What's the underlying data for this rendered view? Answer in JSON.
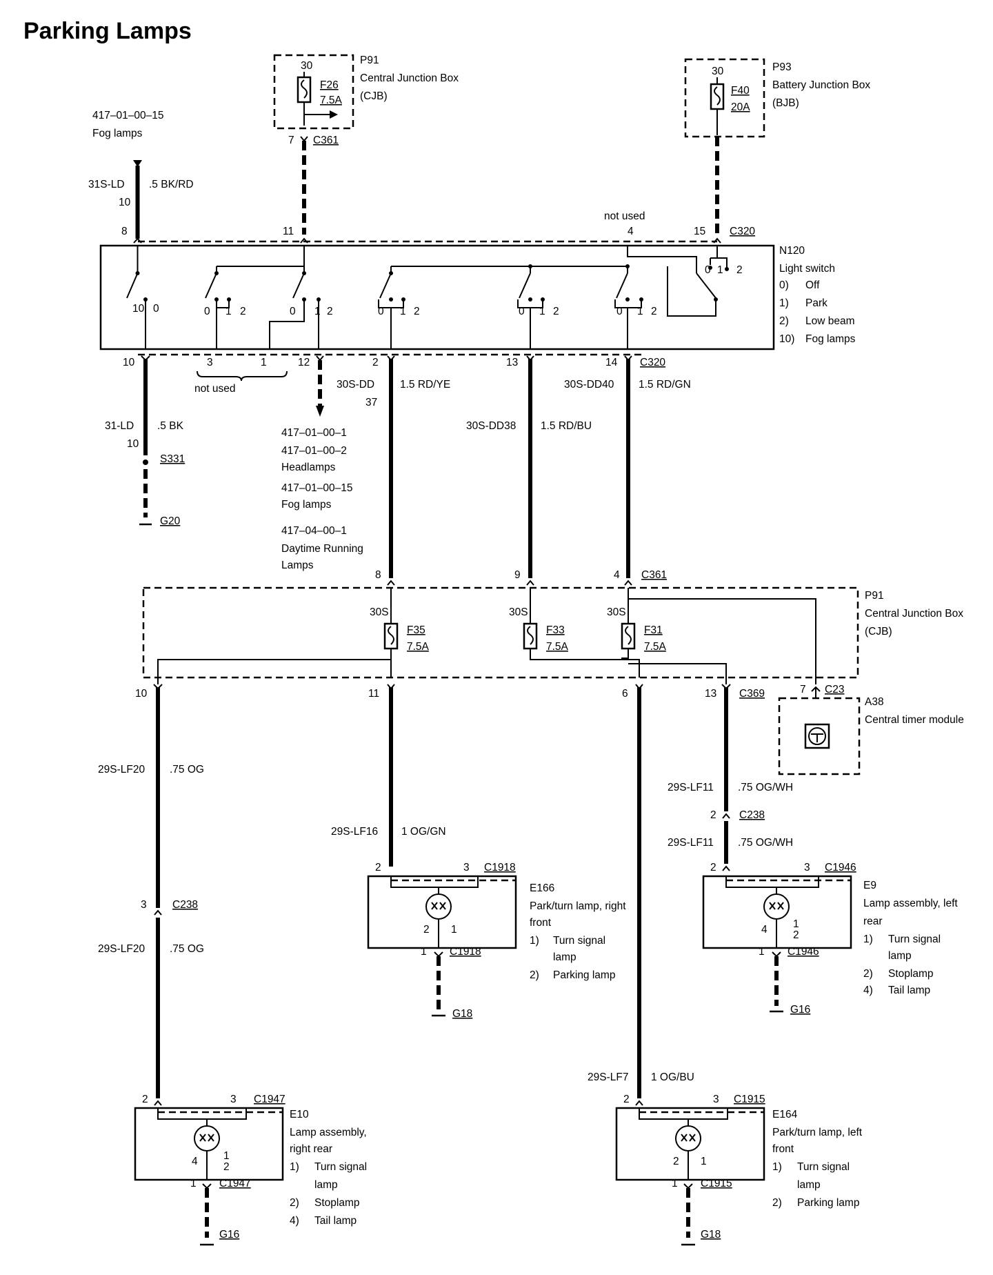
{
  "title": "Parking Lamps",
  "jb_p91_top": {
    "id": "P91",
    "name": "Central Junction Box",
    "abbr": "(CJB)",
    "pin": "30",
    "fuse": "F26",
    "rating": "7.5A",
    "conn_pin": "7",
    "conn": "C361"
  },
  "jb_p93": {
    "id": "P93",
    "name": "Battery Junction Box",
    "abbr": "(BJB)",
    "pin": "30",
    "fuse": "F40",
    "rating": "20A"
  },
  "fog_ref": {
    "code": "417–01–00–15",
    "name": "Fog lamps"
  },
  "wire_31sld": {
    "circuit": "31S-LD",
    "num": "10",
    "spec": ".5 BK/RD"
  },
  "switch_top": {
    "p8": "8",
    "p11": "11",
    "not_used": "not used",
    "p4": "4",
    "p15": "15",
    "conn": "C320"
  },
  "light_switch": {
    "id": "N120",
    "name": "Light switch",
    "items": [
      "0)",
      "Off",
      "1)",
      "Park",
      "2)",
      "Low beam",
      "10)",
      "Fog lamps"
    ]
  },
  "switch_contacts": {
    "c10": "10",
    "c0": "0",
    "c1": "1",
    "c2": "2"
  },
  "switch_bottom": {
    "p10": "10",
    "p3": "3",
    "p1": "1",
    "p12": "12",
    "p2": "2",
    "p13": "13",
    "p14": "14",
    "conn": "C320",
    "not_used": "not used"
  },
  "wire_31ld": {
    "circuit": "31-LD",
    "num": "10",
    "spec": ".5 BK",
    "splice": "S331",
    "ground": "G20"
  },
  "headlamp_refs": [
    "417–01–00–1",
    "417–01–00–2",
    "Headlamps",
    "417–01–00–15",
    "Fog lamps",
    "417–04–00–1",
    "Daytime Running",
    "Lamps"
  ],
  "wire_dd": {
    "circuit": "30S-DD",
    "num": "37",
    "spec": "1.5 RD/YE"
  },
  "wire_dd38": {
    "circuit": "30S-DD38",
    "spec": "1.5 RD/BU"
  },
  "wire_dd40": {
    "circuit": "30S-DD40",
    "spec": "1.5 RD/GN"
  },
  "cjb_top_pins": {
    "p8": "8",
    "p9": "9",
    "p4": "4",
    "conn": "C361"
  },
  "cjb_mid": {
    "id": "P91",
    "name": "Central Junction Box",
    "abbr": "(CJB)",
    "bus": "30S",
    "f35": "F35",
    "f33": "F33",
    "f31": "F31",
    "rating": "7.5A"
  },
  "cjb_bottom_pins": {
    "p10": "10",
    "p11": "11",
    "p6": "6",
    "p13": "13",
    "conn": "C369",
    "p7": "7",
    "c23": "C23"
  },
  "timer": {
    "id": "A38",
    "name": "Central timer module"
  },
  "wire_lf20": {
    "circuit": "29S-LF20",
    "spec": ".75 OG",
    "pin3": "3",
    "conn": "C238"
  },
  "wire_lf16": {
    "circuit": "29S-LF16",
    "spec": "1 OG/GN"
  },
  "wire_lf11": {
    "circuit": "29S-LF11",
    "spec": ".75 OG/WH",
    "pin2": "2",
    "conn": "C238"
  },
  "wire_lf7": {
    "circuit": "29S-LF7",
    "spec": "1 OG/BU"
  },
  "e166": {
    "id": "E166",
    "lines": [
      "Park/turn lamp, right",
      "front"
    ],
    "items": [
      "1)",
      "Turn signal",
      "lamp",
      "2)",
      "Parking lamp"
    ],
    "p2": "2",
    "p3": "3",
    "conn": "C1918",
    "i2": "2",
    "i1": "1",
    "gpin": "1",
    "gconn": "C1918",
    "ground": "G18"
  },
  "e9": {
    "id": "E9",
    "lines": [
      "Lamp assembly, left",
      "rear"
    ],
    "items": [
      "1)",
      "Turn signal",
      "lamp",
      "2)",
      "Stoplamp",
      "4)",
      "Tail lamp"
    ],
    "p2": "2",
    "p3": "3",
    "conn": "C1946",
    "i4": "4",
    "i12a": "1",
    "i12b": "2",
    "gpin": "1",
    "gconn": "C1946",
    "ground": "G16"
  },
  "e10": {
    "id": "E10",
    "lines": [
      "Lamp assembly,",
      "right rear"
    ],
    "items": [
      "1)",
      "Turn signal",
      "lamp",
      "2)",
      "Stoplamp",
      "4)",
      "Tail lamp"
    ],
    "p2": "2",
    "p3": "3",
    "conn": "C1947",
    "i4": "4",
    "i12a": "1",
    "i12b": "2",
    "gpin": "1",
    "gconn": "C1947",
    "ground": "G16"
  },
  "e164": {
    "id": "E164",
    "lines": [
      "Park/turn lamp, left",
      "front"
    ],
    "items": [
      "1)",
      "Turn signal",
      "lamp",
      "2)",
      "Parking lamp"
    ],
    "p2": "2",
    "p3": "3",
    "conn": "C1915",
    "i2": "2",
    "i1": "1",
    "gpin": "1",
    "gconn": "C1915",
    "ground": "G18"
  }
}
